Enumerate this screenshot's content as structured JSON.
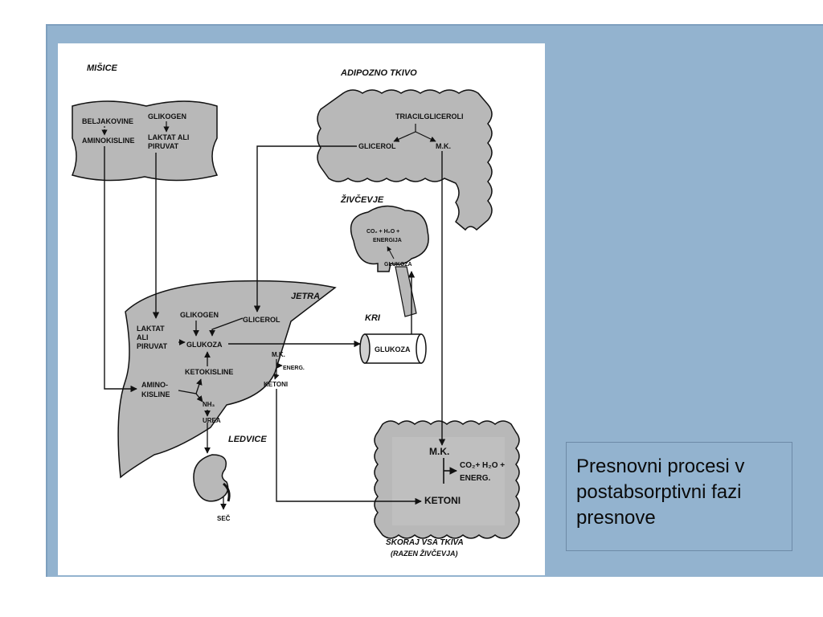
{
  "caption": "Presnovni procesi v postabsorptivni fazi presnove",
  "regions": {
    "misice": "MIŠICE",
    "adipozno": "ADIPOZNO TKIVO",
    "zivcevje": "ŽIVČEVJE",
    "jetra": "JETRA",
    "kri": "KRI",
    "ledvice": "LEDVICE",
    "tkiva": "SKORAJ VSA TKIVA",
    "tkiva_note": "(RAZEN ŽIVČEVJA)"
  },
  "muscle": {
    "beljakovine": "BELJAKOVINE",
    "glikogen": "GLIKOGEN",
    "aminokisline": "AMINOKISLINE",
    "laktat": "LAKTAT ALI",
    "piruvat": "PIRUVAT"
  },
  "adipose": {
    "triacilgliceroli": "TRIACILGLICEROLI",
    "glicerol": "GLICEROL",
    "mk": "M.K."
  },
  "brain": {
    "co2": "CO₂ + H₂O +",
    "energija": "ENERGIJA",
    "glukoza": "GLUKOZA"
  },
  "liver": {
    "glikogen": "GLIKOGEN",
    "glicerol": "GLICEROL",
    "laktat": "LAKTAT",
    "ali": "ALI",
    "piruvat": "PIRUVAT",
    "glukoza": "GLUKOZA",
    "mk": "M.K.",
    "energ": "ENERG.",
    "ketokisline": "KETOKISLINE",
    "amino1": "AMINO-",
    "amino2": "KISLINE",
    "ketoni": "KETONI",
    "nh3": "NH₃",
    "urea": "UREA"
  },
  "blood": {
    "glukoza": "GLUKOZA"
  },
  "kidney": {
    "sec": "SEČ"
  },
  "tissues": {
    "mk": "M.K.",
    "co2": "CO₂+ H₂O +",
    "energ": "ENERG.",
    "ketoni": "KETONI"
  },
  "colors": {
    "slide": "#93b3cf",
    "organ": "#b8b8b8",
    "ink": "#111111"
  }
}
